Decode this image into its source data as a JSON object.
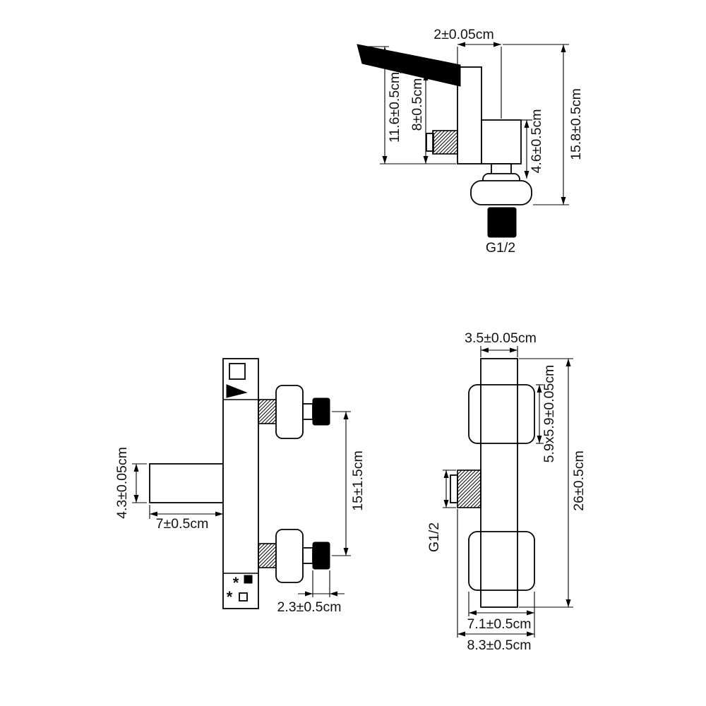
{
  "views": {
    "top": {
      "thread_label": "G1/2",
      "dims": {
        "width_top": "2±0.05cm",
        "handle_height": "11.6±0.5cm",
        "handle_to_base": "8±0.5cm",
        "body_height": "4.6±0.5cm",
        "total_height": "15.8±0.5cm"
      }
    },
    "front": {
      "marks": {
        "cold": "*",
        "hot": "*"
      },
      "dims": {
        "spout_height": "4.3±0.05cm",
        "spout_length": "7±0.5cm",
        "valve_spacing": "15±1.5cm",
        "knob_width": "2.3±0.5cm"
      }
    },
    "side": {
      "thread_label": "G1/2",
      "dims": {
        "bar_width": "3.5±0.05cm",
        "pad_size": "5.9x5.9±0.05cm",
        "bar_height": "26±0.5cm",
        "pad_width": "7.1±0.5cm",
        "total_depth": "8.3±0.5cm"
      }
    }
  }
}
